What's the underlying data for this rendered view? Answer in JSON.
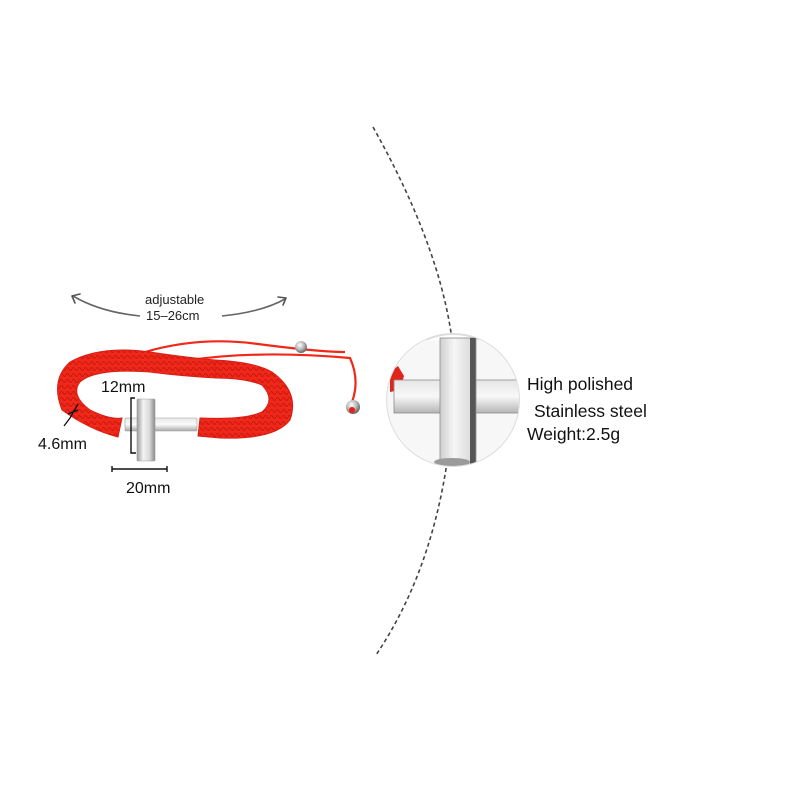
{
  "adjustable": {
    "line1": "adjustable",
    "line2": "15–26cm"
  },
  "dimensions": {
    "height": "12mm",
    "thickness": "4.6mm",
    "width": "20mm"
  },
  "specs": {
    "line1": "High polished",
    "line2": "Stainless steel",
    "line3": "Weight:2.5g"
  },
  "colors": {
    "cord_red": "#f0281a",
    "cord_dark": "#c81810",
    "steel_light": "#f2f2f2",
    "steel_mid": "#c9c9c9",
    "steel_dark": "#7a7a7a",
    "dash_line": "#444444",
    "background": "#ffffff"
  }
}
